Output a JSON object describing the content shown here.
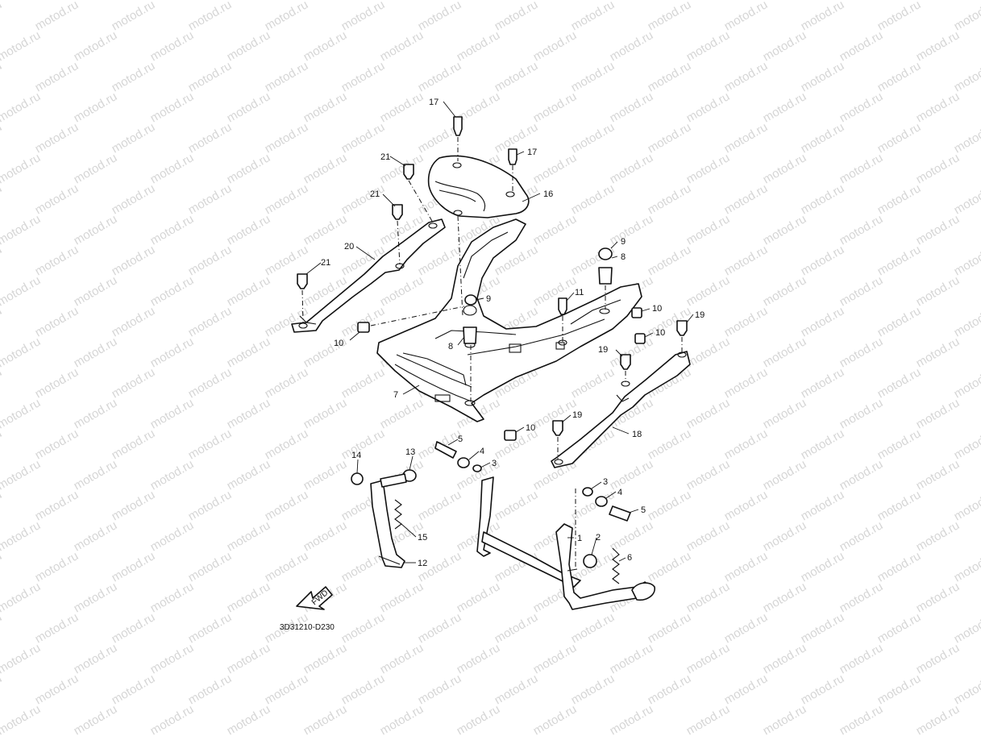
{
  "watermark": "motod.ru",
  "diagram_code": "3D31210-D230",
  "fwd_label": "FWD",
  "callouts": {
    "c1": "1",
    "c2": "2",
    "c3a": "3",
    "c3b": "3",
    "c4a": "4",
    "c4b": "4",
    "c5a": "5",
    "c5b": "5",
    "c6": "6",
    "c7": "7",
    "c8a": "8",
    "c8b": "8",
    "c9a": "9",
    "c9b": "9",
    "c10a": "10",
    "c10b": "10",
    "c10c": "10",
    "c10d": "10",
    "c11": "11",
    "c12": "12",
    "c13": "13",
    "c14": "14",
    "c15": "15",
    "c16": "16",
    "c17a": "17",
    "c17b": "17",
    "c18": "18",
    "c19a": "19",
    "c19b": "19",
    "c19c": "19",
    "c20": "20",
    "c21a": "21",
    "c21b": "21",
    "c21c": "21"
  }
}
